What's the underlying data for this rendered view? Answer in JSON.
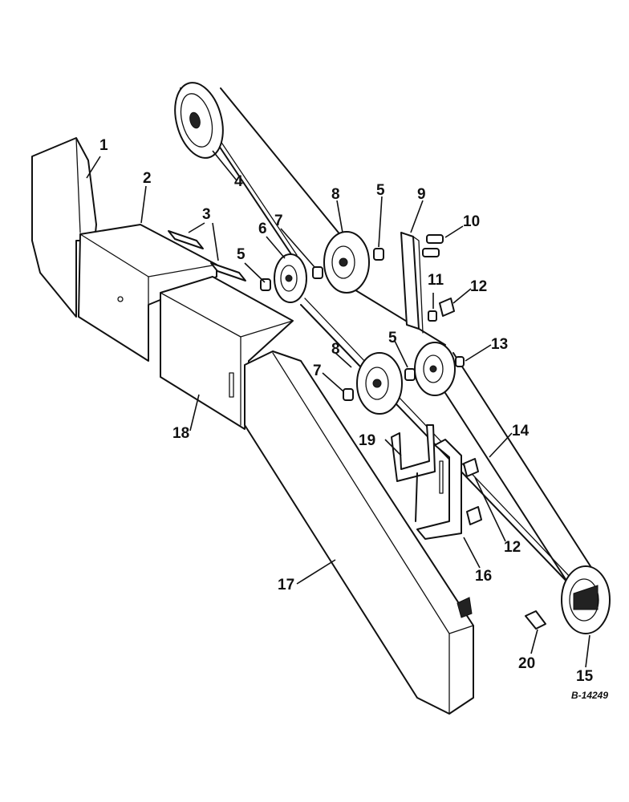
{
  "callouts": {
    "c1": "1",
    "c2": "2",
    "c3": "3",
    "c4": "4",
    "c5a": "5",
    "c5b": "5",
    "c5c": "5",
    "c6": "6",
    "c7a": "7",
    "c7b": "7",
    "c8a": "8",
    "c8b": "8",
    "c9": "9",
    "c10": "10",
    "c11": "11",
    "c12a": "12",
    "c12b": "12",
    "c13": "13",
    "c14": "14",
    "c15": "15",
    "c16": "16",
    "c17": "17",
    "c18": "18",
    "c19": "19",
    "c20": "20"
  },
  "drawing_id": "B-14249"
}
